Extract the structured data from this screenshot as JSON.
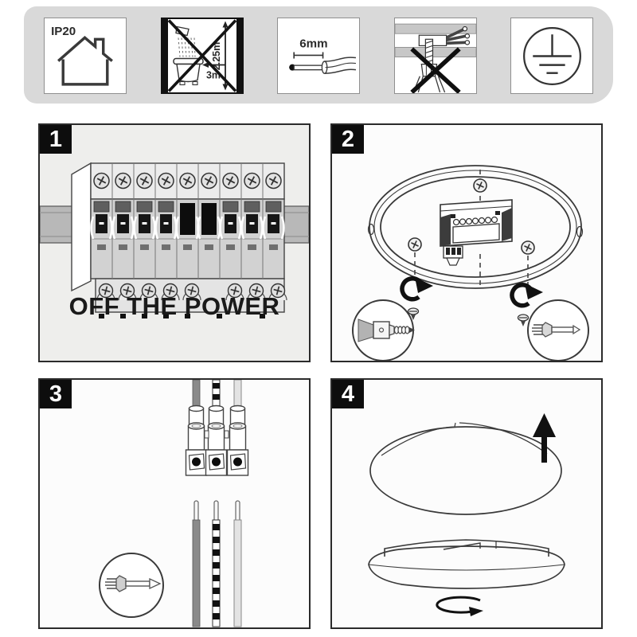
{
  "palette": {
    "strip_bg": "#d9d9d9",
    "panel_border": "#2b2b2b",
    "panel1_bg": "#eeeeec",
    "ink": "#1a1a1a",
    "wire_gray": "#8a8a8a",
    "wire_light": "#e3e3e3"
  },
  "icon_strip": {
    "icons": [
      {
        "name": "indoor-use-ip20-icon"
      },
      {
        "name": "no-bathroom-zone-icon"
      },
      {
        "name": "wire-strip-length-icon"
      },
      {
        "name": "no-hanging-by-cable-icon"
      },
      {
        "name": "earth-ground-icon"
      }
    ],
    "ip20": {
      "label": "IP20"
    },
    "no_bathroom": {
      "height_label": "2.25m",
      "distance_label": "3m"
    },
    "strip_wire": {
      "length_label": "6mm"
    }
  },
  "steps": [
    {
      "number": "1",
      "caption": "OFF THE POWER"
    },
    {
      "number": "2"
    },
    {
      "number": "3"
    },
    {
      "number": "4"
    }
  ]
}
